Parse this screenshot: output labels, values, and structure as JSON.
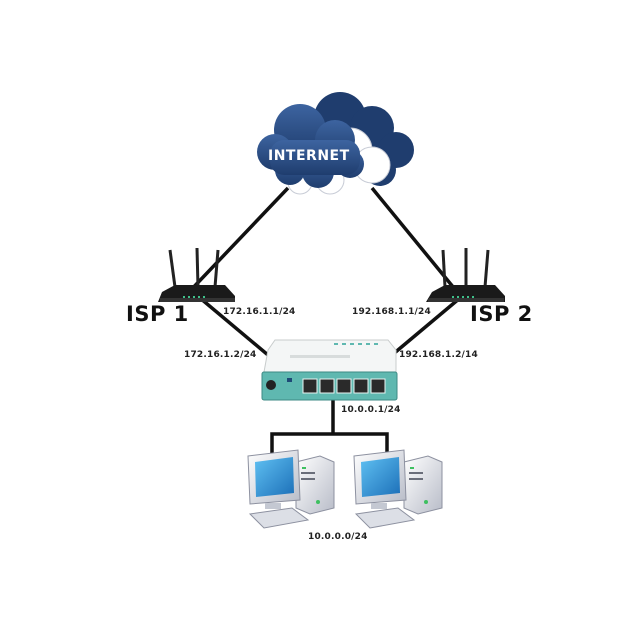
{
  "cloud": {
    "label": "INTERNET"
  },
  "isp1": {
    "label": "ISP 1",
    "wan_ip": "172.16.1.1/24"
  },
  "isp2": {
    "label": "ISP 2",
    "wan_ip": "192.168.1.1/24"
  },
  "router": {
    "if_isp1": "172.16.1.2/24",
    "if_isp2": "192.168.1.2/14",
    "lan_ip": "10.0.0.1/24"
  },
  "lan": {
    "subnet": "10.0.0.0/24"
  },
  "colors": {
    "cloud_blue": "#2c4f86",
    "router_teal": "#5fb8b0",
    "screen_blue": "#2a8fd6",
    "line": "#111111"
  }
}
